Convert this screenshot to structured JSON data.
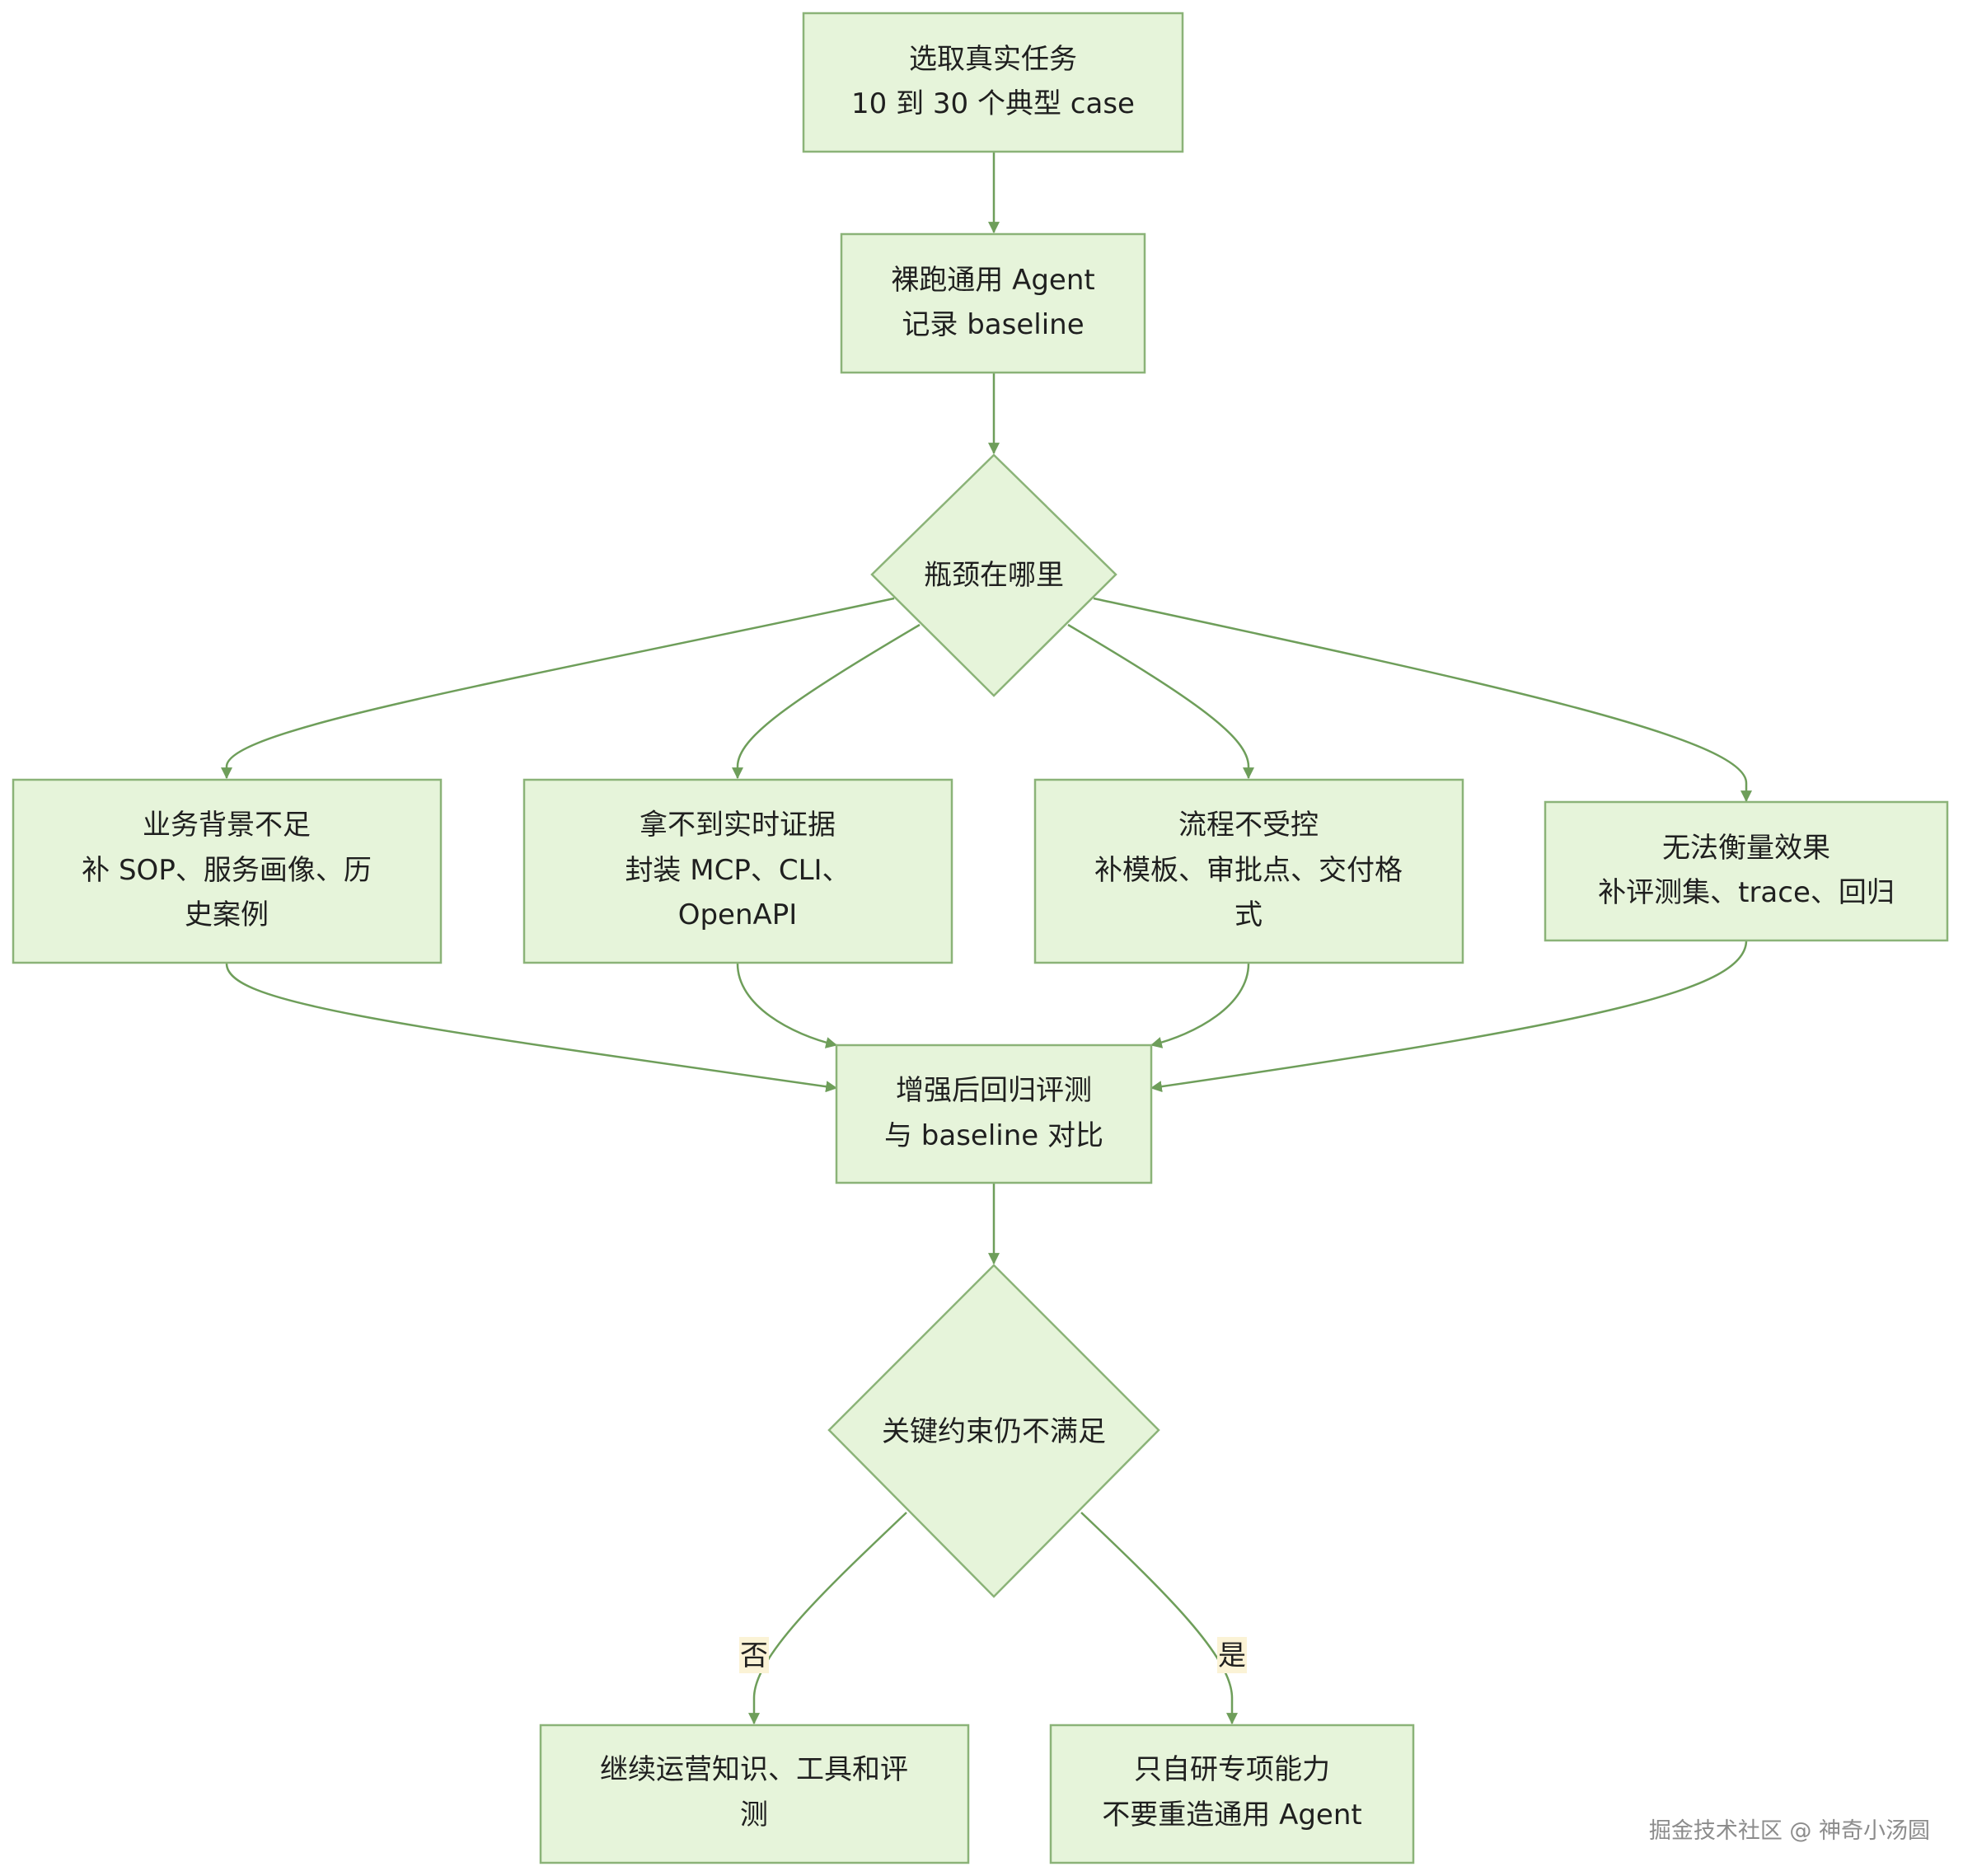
{
  "nodes": {
    "select_tasks": [
      "选取真实任务",
      "10 到 30 个典型 case"
    ],
    "bare_run": [
      "裸跑通用 Agent",
      "记录 baseline"
    ],
    "bottleneck": [
      "瓶颈在哪里"
    ],
    "business_context": [
      "业务背景不足",
      "补 SOP、服务画像、历",
      "史案例"
    ],
    "realtime_evidence": [
      "拿不到实时证据",
      "封装 MCP、CLI、",
      "OpenAPI"
    ],
    "process_control": [
      "流程不受控",
      "补模板、审批点、交付格",
      "式"
    ],
    "measure_effect": [
      "无法衡量效果",
      "补评测集、trace、回归"
    ],
    "regression": [
      "增强后回归评测",
      "与 baseline 对比"
    ],
    "constraint": [
      "关键约束仍不满足"
    ],
    "continue_ops": [
      "继续运营知识、工具和评",
      "测"
    ],
    "build_special": [
      "只自研专项能力",
      "不要重造通用 Agent"
    ]
  },
  "edges": {
    "no_label": "否",
    "yes_label": "是"
  },
  "watermark": "掘金技术社区 @ 神奇小汤圆",
  "colors": {
    "node_fill": "#e6f4da",
    "node_stroke": "#8bb378",
    "edge": "#6e9e5a",
    "edge_label_bg": "#fbf3d6"
  }
}
